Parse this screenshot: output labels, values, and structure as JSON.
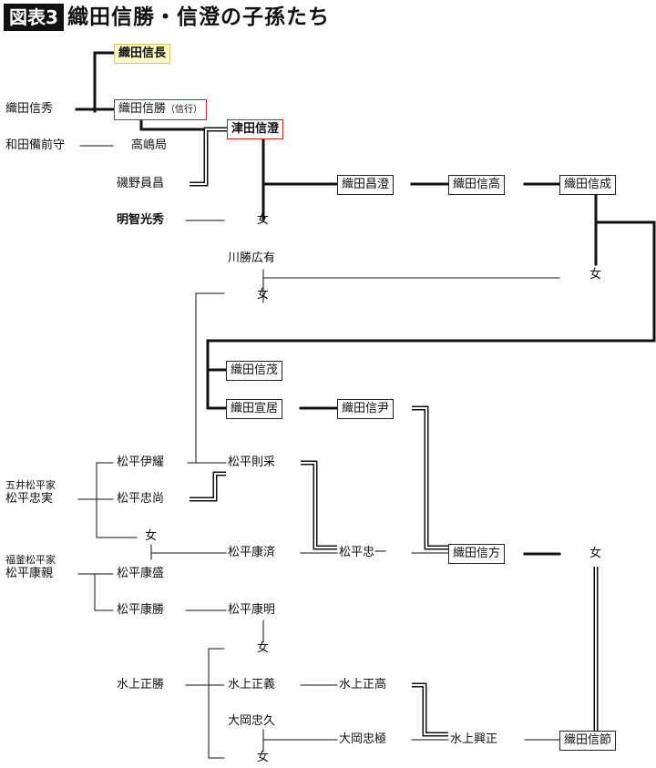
{
  "header": {
    "badge": "図表3",
    "title": "織田信勝・信澄の子孫たち"
  },
  "people": {
    "nobunaga": "織田信長",
    "nobuhide": "織田信秀",
    "nobukatsu": "織田信勝",
    "nobukatsu_alias": "（信行）",
    "wada": "和田備前守",
    "takashima": "高嶋局",
    "tsuda": "津田信澄",
    "isono": "磯野員昌",
    "akechi": "明智光秀",
    "onna1": "女",
    "masazumi": "織田昌澄",
    "nobutaka": "織田信高",
    "nobushige_n": "織田信成",
    "kawakatsu": "川勝広有",
    "onna2": "女",
    "onna3": "女",
    "nobushige": "織田信茂",
    "nobuoki": "織田宣居",
    "nobuin": "織田信尹",
    "goi_house": "五井松平家",
    "tadazane": "松平忠実",
    "iteru": "松平伊耀",
    "norime": "松平則采",
    "tadanao": "松平忠尚",
    "onna4": "女",
    "fukama_house": "福釜松平家",
    "yasuchika": "松平康親",
    "yasunari": "松平康済",
    "tadakazu": "松平忠一",
    "nobukata": "織田信方",
    "onna5": "女",
    "yasumori": "松平康盛",
    "yasukatsu": "松平康勝",
    "yasuaki": "松平康明",
    "onna6": "女",
    "masakatsu": "水上正勝",
    "masayoshi": "水上正義",
    "masataka": "水上正高",
    "okada_tadahisa": "大岡忠久",
    "okada_tadakiwa": "大岡忠極",
    "okimasa": "水上興正",
    "nobutoki": "織田信節",
    "onna7": "女"
  },
  "colors": {
    "line": "#111111",
    "red_box": "#d02020",
    "yellow_box": "#fdf7c8"
  }
}
